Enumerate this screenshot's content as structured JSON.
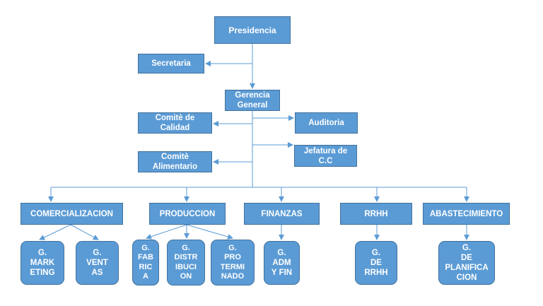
{
  "nodes": {
    "presidencia": "Presidencia",
    "secretaria": "Secretaria",
    "gerencia_general": "Gerencia\nGeneral",
    "comite_calidad": "Comitè de\nCalidad",
    "auditoria": "Auditoria",
    "comite_alimentario": "Comitè\nAlimentario",
    "jefatura_cc": "Jefatura de\nC.C",
    "comercializacion": "COMERCIALIZACION",
    "produccion": "PRODUCCION",
    "finanzas": "FINANZAS",
    "rrhh": "RRHH",
    "abastecimiento": "ABASTECIMIENTO",
    "g_marketing": "G.\nMARK\nETING",
    "g_ventas": "G.\nVENT\nAS",
    "g_fabrica": "G.\nFAB\nRIC\nA",
    "g_distribucion": "G.\nDISTR\nIBUCI\nON",
    "g_proterminado": "G.\nPRO\nTERMI\nNADO",
    "g_admyfin": "G.\nADM\nY FIN",
    "g_derrhh": "G.\nDE\nRRHH",
    "g_planificacion": "G.\nDE\nPLANIFICA\nCION"
  },
  "colors": {
    "box_fill": "#5b9bd5",
    "box_border": "#41719c",
    "box_text": "#ffffff",
    "connector": "#5b9bd5"
  }
}
